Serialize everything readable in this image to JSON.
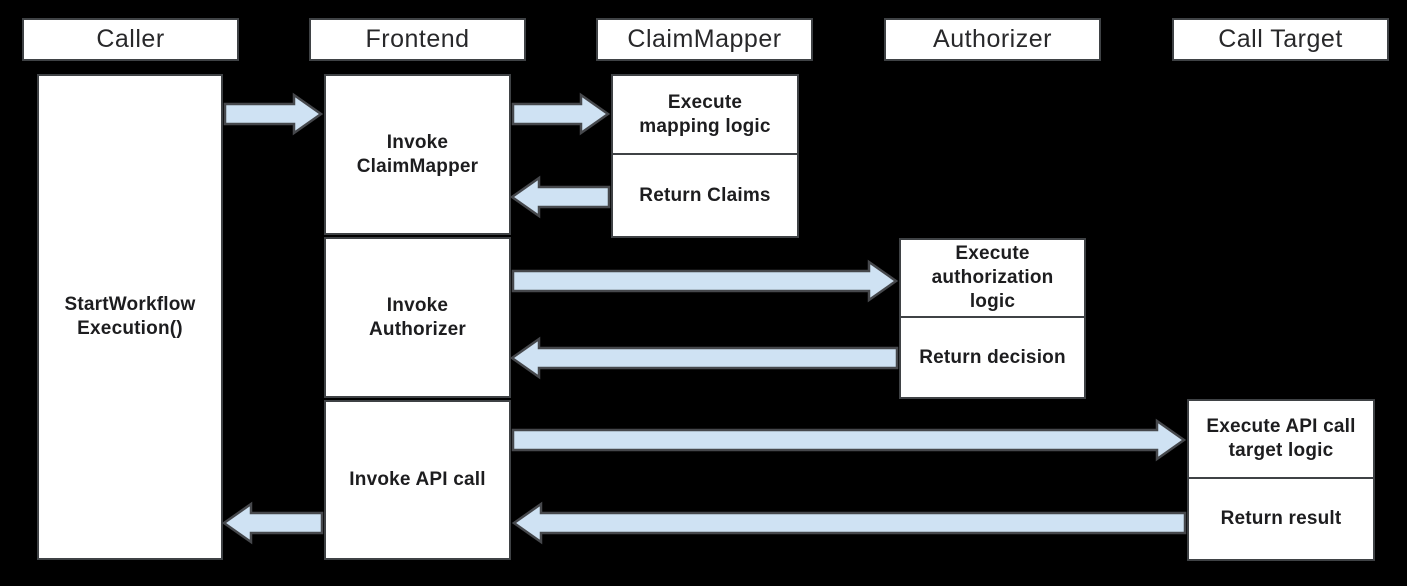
{
  "diagram_type": "sequence-diagram",
  "colors": {
    "background": "#000000",
    "box_fill": "#ffffff",
    "box_border": "#3f4245",
    "arrow_fill": "#cfe2f3",
    "arrow_stroke": "#46484c",
    "text": "#1d1d1f"
  },
  "header": {
    "columns": [
      {
        "label": "Caller"
      },
      {
        "label": "Frontend"
      },
      {
        "label": "ClaimMapper"
      },
      {
        "label": "Authorizer"
      },
      {
        "label": "Call Target"
      }
    ]
  },
  "lanes": {
    "caller": {
      "activation_label": "StartWorkflow\nExecution()"
    },
    "frontend": {
      "steps": [
        {
          "label": "Invoke\nClaimMapper"
        },
        {
          "label": "Invoke\nAuthorizer"
        },
        {
          "label": "Invoke API call"
        }
      ]
    },
    "claimmapper": {
      "steps": [
        {
          "label": "Execute\nmapping logic"
        },
        {
          "label": "Return Claims"
        }
      ]
    },
    "authorizer": {
      "steps": [
        {
          "label": "Execute\nauthorization\nlogic"
        },
        {
          "label": "Return decision"
        }
      ]
    },
    "call_target": {
      "steps": [
        {
          "label": "Execute API call\ntarget logic"
        },
        {
          "label": "Return result"
        }
      ]
    }
  },
  "flows": [
    {
      "from": "Caller",
      "to": "Frontend"
    },
    {
      "from": "Frontend",
      "to": "ClaimMapper"
    },
    {
      "from": "ClaimMapper",
      "to": "Frontend"
    },
    {
      "from": "Frontend",
      "to": "Authorizer"
    },
    {
      "from": "Authorizer",
      "to": "Frontend"
    },
    {
      "from": "Frontend",
      "to": "Call Target"
    },
    {
      "from": "Call Target",
      "to": "Frontend"
    },
    {
      "from": "Frontend",
      "to": "Caller"
    }
  ]
}
